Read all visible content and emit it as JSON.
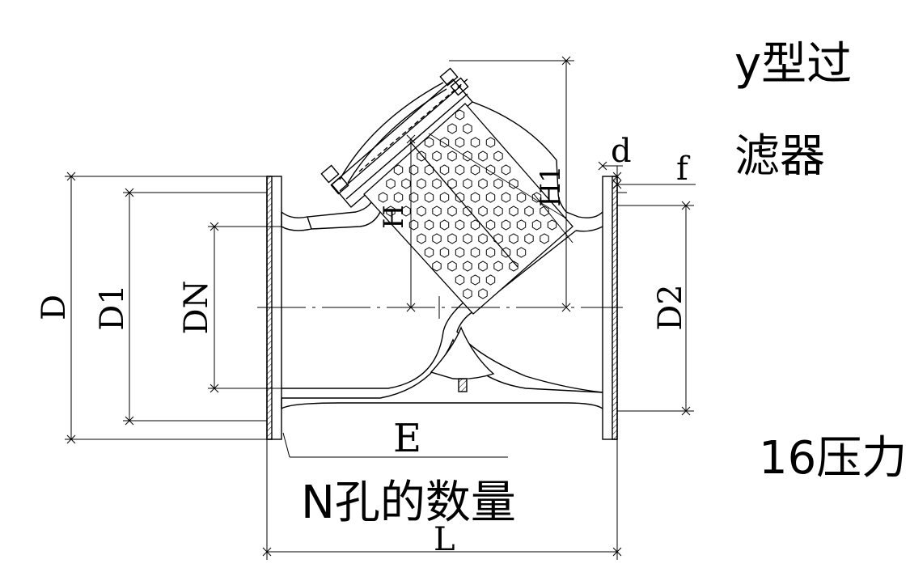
{
  "title": {
    "line1": "y型过",
    "line2": "滤器"
  },
  "pressure_label": "16压力",
  "hole_count_label": "N孔的数量",
  "dimensions": {
    "D": "D",
    "D1": "D1",
    "DN": "DN",
    "D2": "D2",
    "H": "H",
    "H1": "H1",
    "d": "d",
    "f": "f",
    "E": "E",
    "L": "L"
  },
  "colors": {
    "line": "#000000",
    "background": "#ffffff"
  }
}
